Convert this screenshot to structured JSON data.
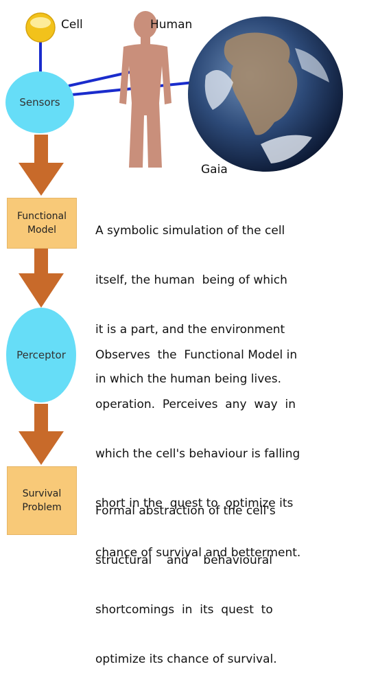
{
  "labels": {
    "cell": "Cell",
    "human": "Human",
    "gaia": "Gaia",
    "sensors": "Sensors",
    "functional_model": [
      "Functional",
      "Model"
    ],
    "perceptor": "Perceptor",
    "survival_problem": [
      "Survival",
      "Problem"
    ]
  },
  "descriptions": {
    "functional_model": [
      "A symbolic simulation of the cell",
      "itself, the human  being of which",
      "it is a part, and the environment",
      "in which the human being lives."
    ],
    "perceptor": [
      "Observes  the  Functional Model in",
      "operation.  Perceives  any  way  in",
      "which the cell's behaviour is falling",
      "short in the  quest to  optimize its",
      "chance of survival and betterment."
    ],
    "survival_problem": [
      "Formal abstraction of the cell's",
      "structural    and    behavioural",
      "shortcomings  in  its  quest  to",
      "optimize its chance of survival."
    ]
  },
  "colors": {
    "circle": "#66ddf7",
    "box": "#f8c978",
    "arrow": "#c86a2a",
    "connector": "#1a2ccc",
    "cell": "#f2c21b",
    "human": "#c98f7b"
  }
}
